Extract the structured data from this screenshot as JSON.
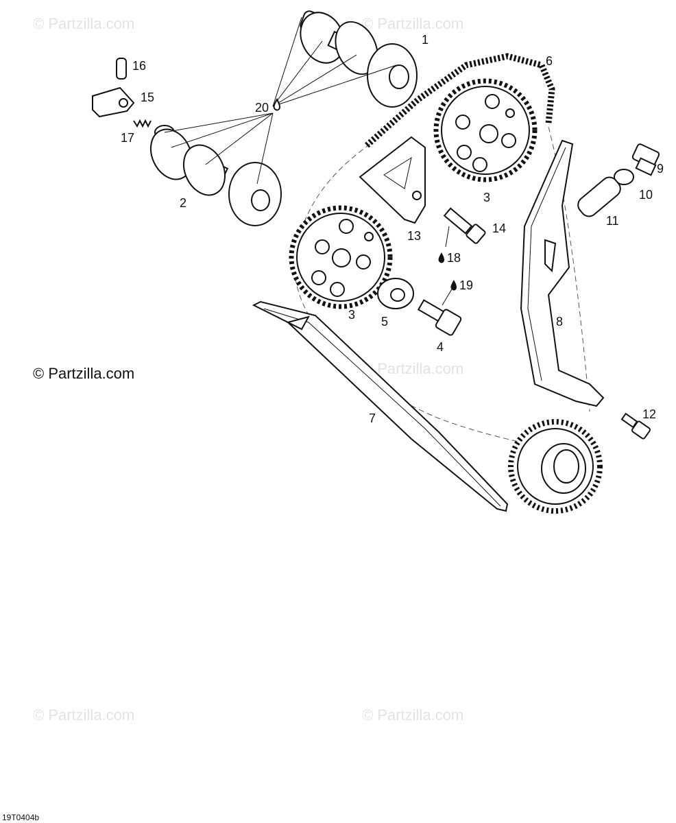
{
  "watermarks": [
    "© Partzilla.com",
    "© Partzilla.com",
    "© Partzilla.com",
    "© Partzilla.com",
    "© Partzilla.com"
  ],
  "copyright": "© Partzilla.com",
  "reference_code": "19T0404b",
  "callouts": {
    "c1": "1",
    "c2": "2",
    "c3a": "3",
    "c3b": "3",
    "c4": "4",
    "c5": "5",
    "c6": "6",
    "c7": "7",
    "c8": "8",
    "c9": "9",
    "c10": "10",
    "c11": "11",
    "c12": "12",
    "c13": "13",
    "c14": "14",
    "c15": "15",
    "c16": "16",
    "c17": "17",
    "c18": "18",
    "c19": "19",
    "c20": "20"
  },
  "icons": {
    "lubricant": "oil-drop-icon"
  }
}
